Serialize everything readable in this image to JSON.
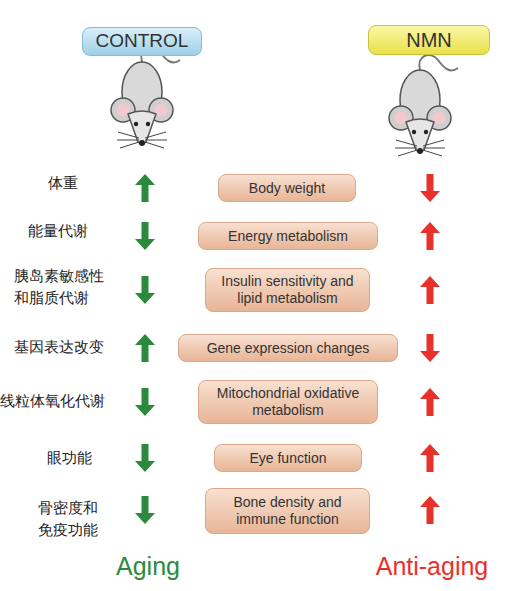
{
  "diagram": {
    "nodes": [
      {
        "text": [
          "CONTROL"
        ]
      },
      {
        "text": [
          "NMN"
        ]
      },
      {
        "text": [
          "Body weight"
        ]
      },
      {
        "text": [
          "Energy metabolism"
        ]
      },
      {
        "text": [
          "Insulin sensitivity and lipid metabolism"
        ]
      },
      {
        "text": [
          "Gene expression changes"
        ]
      },
      {
        "text": [
          "Mitochondrial oxidative metabolism"
        ]
      },
      {
        "text": [
          "Eye function"
        ]
      },
      {
        "text": [
          "Bone density and immune function"
        ]
      }
    ],
    "labels": [
      "体重",
      "能量代谢",
      "胰岛素敏感性 和脂质代谢",
      "基因表达改变",
      "线粒体氧化代谢",
      "眼功能",
      "骨密度和 免疫功能",
      "Aging",
      "Anti-aging"
    ]
  }
}
